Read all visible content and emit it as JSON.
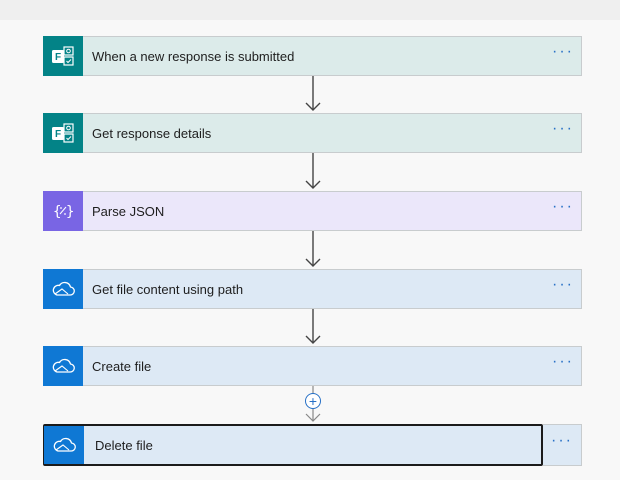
{
  "flow": {
    "steps": [
      {
        "label": "When a new response is submitted",
        "icon": "forms-icon",
        "more": "···"
      },
      {
        "label": "Get response details",
        "icon": "forms-icon",
        "more": "···"
      },
      {
        "label": "Parse JSON",
        "icon": "json-braces-icon",
        "more": "···"
      },
      {
        "label": "Get file content using path",
        "icon": "onedrive-cloud-icon",
        "more": "···"
      },
      {
        "label": "Create file",
        "icon": "onedrive-cloud-icon",
        "more": "···"
      },
      {
        "label": "Delete file",
        "icon": "onedrive-cloud-icon",
        "more": "···"
      }
    ],
    "insert_step_symbol": "+",
    "colors": {
      "forms": "#038387",
      "json": "#7965e4",
      "onedrive": "#0f78d4",
      "more_dots": "#2770c6"
    }
  }
}
